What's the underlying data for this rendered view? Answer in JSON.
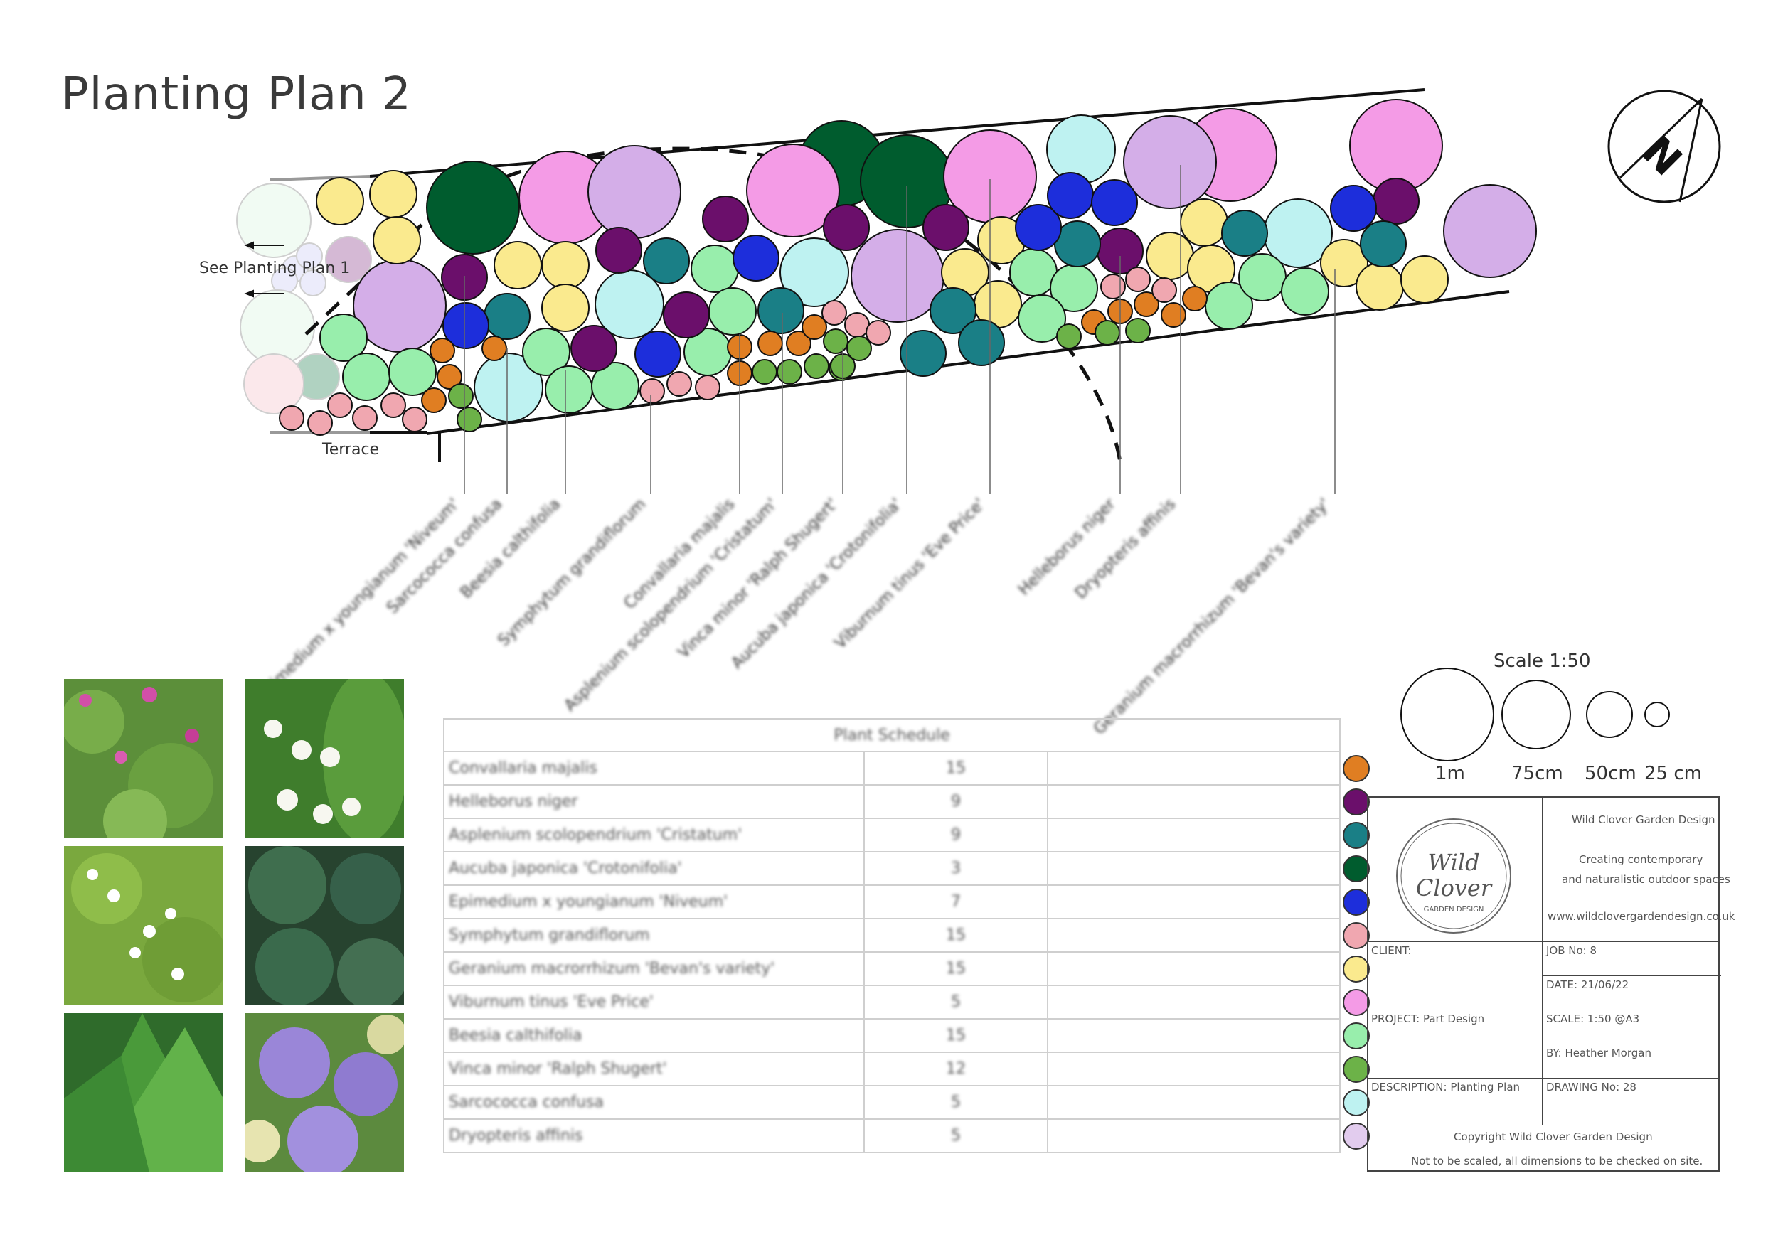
{
  "title": "Planting Plan 2",
  "plan": {
    "see_plan_label": "See Planting Plan 1",
    "terrace_label": "Terrace",
    "callouts": [
      "Epimedium x youngianum 'Niveum'",
      "Sarcococca confusa",
      "Beesia calthifolia",
      "Symphytum grandiflorum",
      "Convallaria majalis",
      "Asplenium scolopendrium 'Cristatum'",
      "Vinca minor 'Ralph Shugert'",
      "Aucuba japonica 'Crotonifolia'",
      "Viburnum tinus 'Eve Price'",
      "Helleborus niger",
      "Dryopteris affinis",
      "Geranium macrorrhizum 'Bevan's variety'"
    ]
  },
  "schedule": {
    "title": "Plant Schedule",
    "rows": [
      {
        "name": "Convallaria majalis",
        "qty": "15",
        "color": "#E07E22"
      },
      {
        "name": "Helleborus niger",
        "qty": "9",
        "color": "#6B0F6B"
      },
      {
        "name": "Asplenium scolopendrium 'Cristatum'",
        "qty": "9",
        "color": "#1A7F86"
      },
      {
        "name": "Aucuba japonica 'Crotonifolia'",
        "qty": "3",
        "color": "#005C2E"
      },
      {
        "name": "Epimedium x youngianum 'Niveum'",
        "qty": "7",
        "color": "#1D2EDB"
      },
      {
        "name": "Symphytum grandiflorum",
        "qty": "15",
        "color": "#F0A7B0"
      },
      {
        "name": "Geranium macrorrhizum 'Bevan's variety'",
        "qty": "15",
        "color": "#FAEA8E"
      },
      {
        "name": "Viburnum tinus 'Eve Price'",
        "qty": "5",
        "color": "#F49BE6"
      },
      {
        "name": "Beesia calthifolia",
        "qty": "15",
        "color": "#98EEAC"
      },
      {
        "name": "Vinca minor 'Ralph Shugert'",
        "qty": "12",
        "color": "#6CB248"
      },
      {
        "name": "Sarcococca confusa",
        "qty": "5",
        "color": "#BEF2F1"
      },
      {
        "name": "Dryopteris affinis",
        "qty": "5",
        "color": "#E2CCEE"
      }
    ]
  },
  "scale": {
    "title": "Scale 1:50",
    "labels": [
      "1m",
      "75cm",
      "50cm",
      "25 cm"
    ]
  },
  "title_block": {
    "company": "Wild Clover Garden Design",
    "tagline_1": "Creating contemporary",
    "tagline_2": "and naturalistic outdoor spaces",
    "website": "www.wildclovergardendesign.co.uk",
    "logo_line_1": "Wild",
    "logo_line_2": "Clover",
    "logo_line_3": "GARDEN DESIGN",
    "client": "CLIENT:",
    "job_no": "JOB No: 8",
    "date": "DATE: 21/06/22",
    "project": "PROJECT: Part Design",
    "scale": "SCALE: 1:50 @A3",
    "by": "BY: Heather Morgan",
    "description": "DESCRIPTION: Planting Plan",
    "drawing_no": "DRAWING No: 28",
    "copyright": "Copyright Wild Clover Garden Design",
    "disclaimer": "Not to be scaled, all dimensions to be checked on site."
  },
  "compass": {
    "letter": "N"
  }
}
